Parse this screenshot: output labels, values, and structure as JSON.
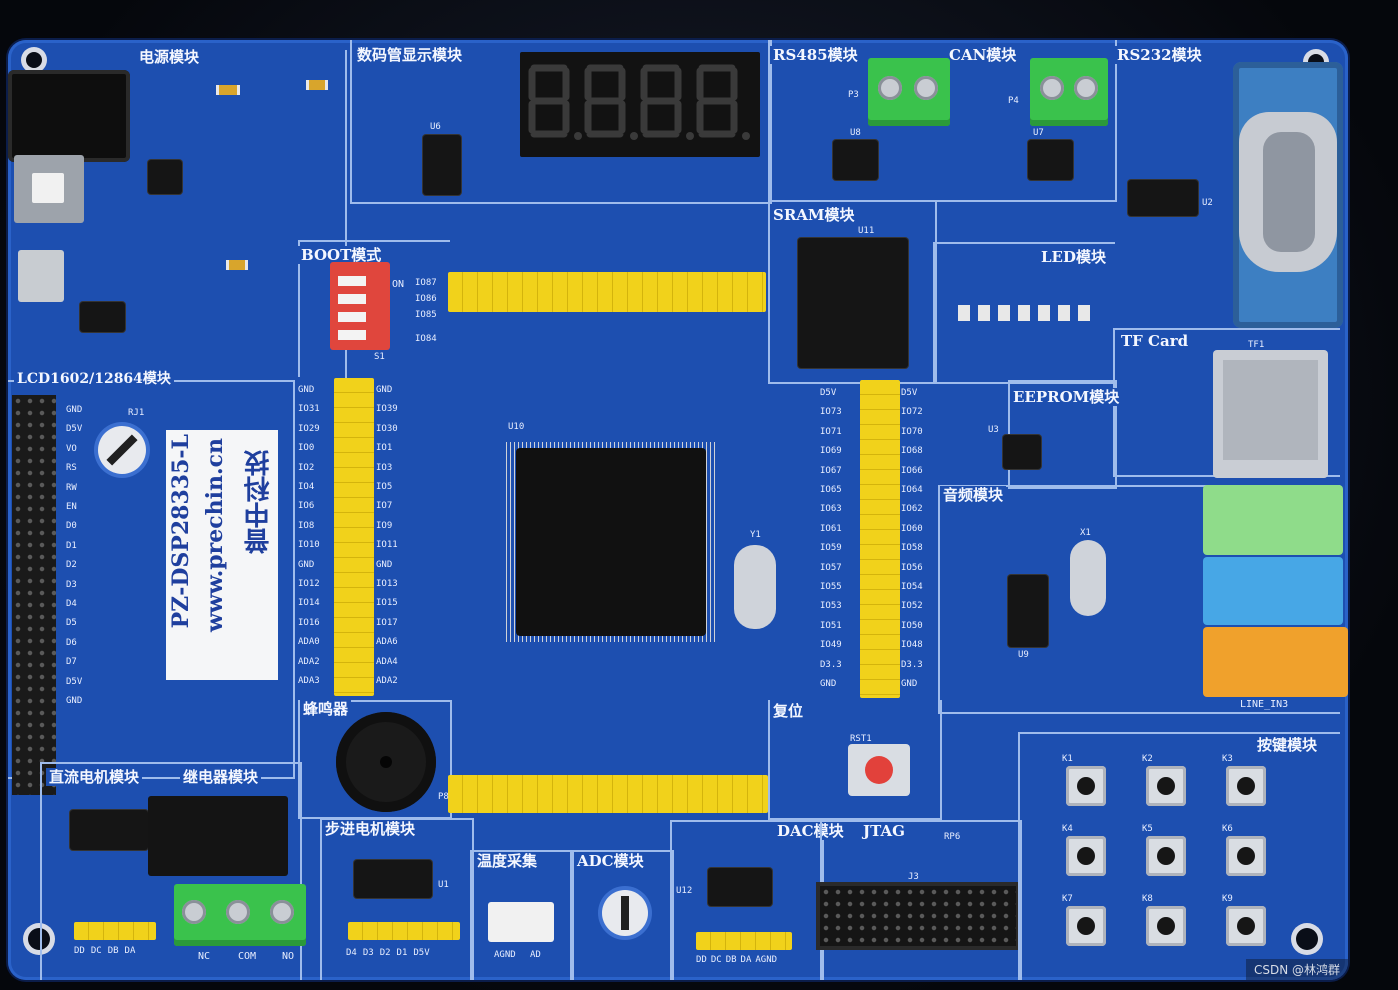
{
  "board": {
    "brand_cn": "普中科技",
    "url": "www.prechin.cn",
    "model": "PZ-DSP28335-L",
    "watermark": "CSDN @林鸿群"
  },
  "modules": {
    "power": "电源模块",
    "segment_display": "数码管显示模块",
    "rs485": "RS485模块",
    "can": "CAN模块",
    "rs232": "RS232模块",
    "boot": "BOOT模式",
    "sram": "SRAM模块",
    "led": "LED模块",
    "tf_card": "TF Card",
    "eeprom": "EEPROM模块",
    "audio": "音频模块",
    "lcd": "LCD1602/12864模块",
    "buzzer": "蜂鸣器",
    "reset": "复位",
    "dc_motor": "直流电机模块",
    "relay": "继电器模块",
    "stepper": "步进电机模块",
    "temperature": "温度采集",
    "adc": "ADC模块",
    "dac": "DAC模块",
    "jtag": "JTAG",
    "keys": "按键模块"
  },
  "silkscreen": {
    "line_in": "LINE_IN3",
    "boot_switch": "ON",
    "boot_pins": [
      "IO87",
      "IO86",
      "IO85",
      "IO84"
    ],
    "lcd_pins": [
      "GND",
      "D5V",
      "VO",
      "RS",
      "RW",
      "EN",
      "D0",
      "D1",
      "D2",
      "D3",
      "D4",
      "D5",
      "D6",
      "D7",
      "D5V",
      "GND"
    ],
    "left_header_a": [
      "GND",
      "IO31",
      "IO29",
      "IO0",
      "IO2",
      "IO4",
      "IO6",
      "IO8",
      "IO10",
      "GND",
      "IO12",
      "IO14",
      "IO16",
      "ADA0",
      "ADA2",
      "ADA3"
    ],
    "left_header_b": [
      "GND",
      "IO39",
      "IO30",
      "IO1",
      "IO3",
      "IO5",
      "IO7",
      "IO9",
      "IO11",
      "GND",
      "IO13",
      "IO15",
      "IO17",
      "ADA6",
      "ADA4",
      "ADA2"
    ],
    "right_header_a": [
      "D5V",
      "IO73",
      "IO71",
      "IO69",
      "IO67",
      "IO65",
      "IO63",
      "IO61",
      "IO59",
      "IO57",
      "IO55",
      "IO53",
      "IO51",
      "IO49",
      "D3.3",
      "GND"
    ],
    "right_header_b": [
      "D5V",
      "IO72",
      "IO70",
      "IO68",
      "IO66",
      "IO64",
      "IO62",
      "IO60",
      "IO58",
      "IO56",
      "IO54",
      "IO52",
      "IO50",
      "IO48",
      "D3.3",
      "GND"
    ],
    "relay_terms": [
      "NC",
      "COM",
      "NO"
    ],
    "stepper_pins": [
      "D4",
      "D3",
      "D2",
      "D1",
      "D5V"
    ],
    "motor_pins": [
      "DD",
      "DC",
      "DB",
      "DA"
    ],
    "dac_pins": [
      "DD",
      "DC",
      "DB",
      "DA",
      "AGND"
    ],
    "temp_pins": [
      "AGND",
      "AD"
    ],
    "keys": [
      "K1",
      "K2",
      "K3",
      "K4",
      "K5",
      "K6",
      "K7",
      "K8",
      "K9"
    ],
    "refs": {
      "u10": "U10",
      "y1": "Y1",
      "x1": "X1",
      "u11": "U11",
      "u9": "U9",
      "u2": "U2",
      "u3": "U3",
      "rst1": "RST1",
      "j3": "J3",
      "tf1": "TF1",
      "u12": "U12",
      "u1": "U1",
      "u6": "U6",
      "u8": "U8",
      "u7": "U7",
      "p3": "P3",
      "p4": "P4",
      "s1": "S1",
      "rj1": "RJ1",
      "p8": "P8",
      "rp6": "RP6"
    }
  },
  "colors": {
    "pcb": "#1d4fb0",
    "silk": "#9fbcec",
    "header": "#f1d21b",
    "terminal": "#3ac24c",
    "db9": "#3d7fc2",
    "jack_green": "#8fdc8a",
    "jack_blue": "#47a7e6",
    "jack_orange": "#f0a12c",
    "dip": "#e0463d"
  }
}
